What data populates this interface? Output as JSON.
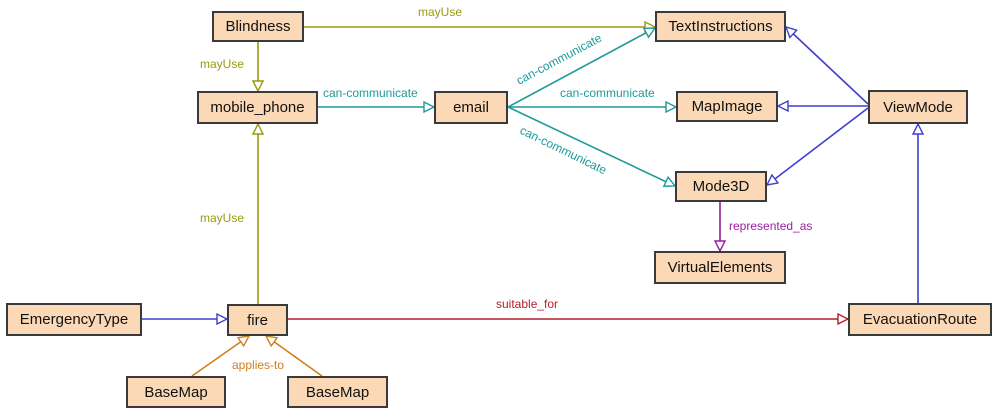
{
  "nodes": {
    "blindness": "Blindness",
    "text_instructions": "TextInstructions",
    "mobile_phone": "mobile_phone",
    "email": "email",
    "map_image": "MapImage",
    "view_mode": "ViewMode",
    "mode_3d": "Mode3D",
    "virtual_elements": "VirtualElements",
    "emergency_type": "EmergencyType",
    "fire": "fire",
    "evacuation_route": "EvacuationRoute",
    "base_map_1": "BaseMap",
    "base_map_2": "BaseMap"
  },
  "edges": {
    "may_use_top": "mayUse",
    "may_use_left": "mayUse",
    "may_use_fire": "mayUse",
    "can_communicate_phone": "can-communicate",
    "can_communicate_text": "can-communicate",
    "can_communicate_map": "can-communicate",
    "can_communicate_3d": "can-communicate",
    "represented_as": "represented_as",
    "suitable_for": "suitable_for",
    "applies_to": "applies-to"
  },
  "colors": {
    "node_fill": "#fbd9b6",
    "node_border": "#3a3a3a",
    "may_use": "#9a9a10",
    "can_communicate": "#1f9a9a",
    "view_mode_links": "#3f3fd0",
    "represented_as": "#9b1fa2",
    "suitable_for": "#b51e2a",
    "applies_to": "#d07f1a"
  }
}
